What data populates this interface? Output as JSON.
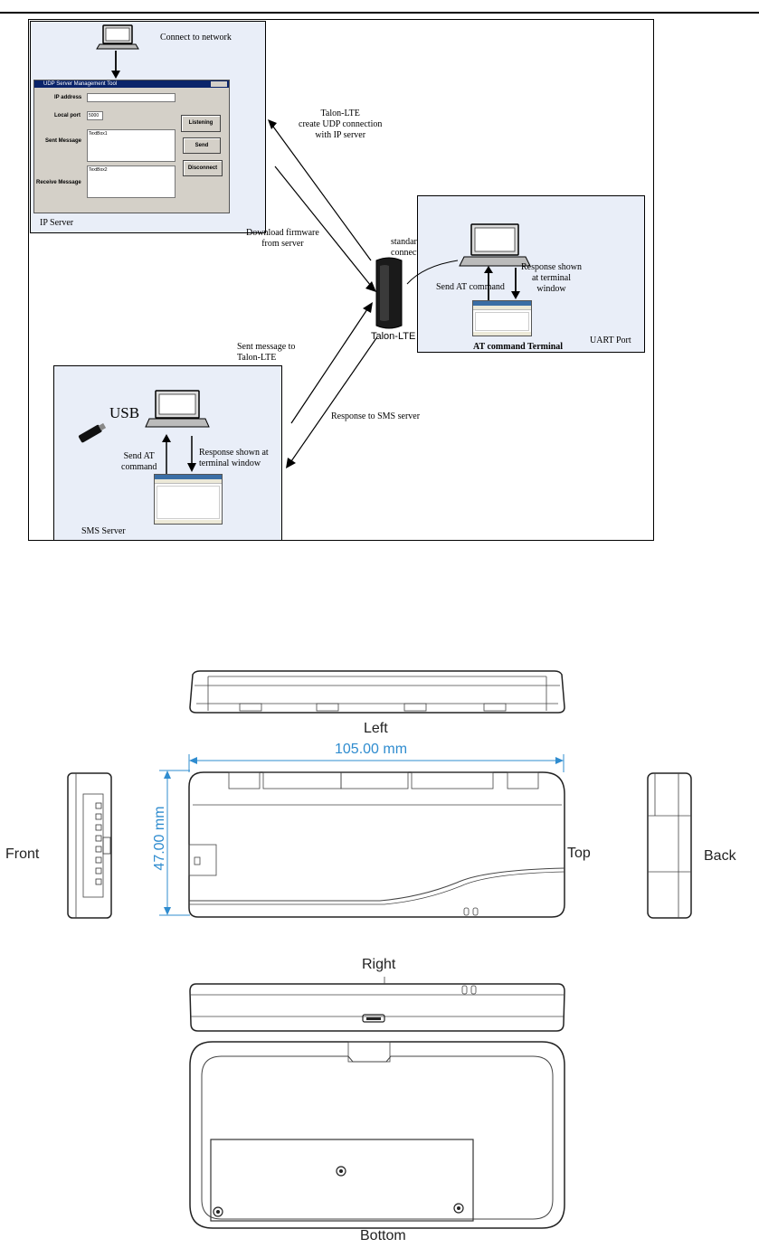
{
  "diagram": {
    "ip_server": {
      "connect_label": "Connect to network",
      "panel_label": "IP Server",
      "udp_tool": {
        "title": "UDP Server Management Tool",
        "ip_address_label": "IP address",
        "local_port_label": "Local port",
        "local_port_value": "5000",
        "sent_message_label": "Sent Message",
        "sent_text": "TextBox1",
        "receive_message_label": "Receive Message",
        "receive_text": "TextBox2",
        "listening_button": "Listening",
        "send_button": "Send",
        "disconnect_button": "Disconnect"
      }
    },
    "arrows": {
      "create_udp": "Talon-LTE\ncreate UDP connection\nwith IP server",
      "download_firmware": "Download firmware\nfrom server",
      "serial_connection": "standard serial\nconnection",
      "sent_message": "Sent message to\nTalon-LTE",
      "response_sms": "Response to SMS server"
    },
    "device_label": "Talon-LTE",
    "uart": {
      "send_at": "Send AT command",
      "response_shown": "Response shown\nat terminal\nwindow",
      "terminal_label": "AT command Terminal",
      "panel_label": "UART Port"
    },
    "sms": {
      "usb_label": "USB",
      "send_at": "Send AT\ncommand",
      "response_shown": "Response shown at\nterminal window",
      "panel_label": "SMS Server"
    }
  },
  "drawings": {
    "view_left": "Left",
    "view_front": "Front",
    "view_top": "Top",
    "view_back": "Back",
    "view_right": "Right",
    "view_bottom": "Bottom",
    "width_dim": "105.00 mm",
    "height_dim": "47.00 mm"
  },
  "colors": {
    "panel_bg": "#e9eef8",
    "dimension": "#2f8ccf",
    "device": "#1a1a1a"
  }
}
